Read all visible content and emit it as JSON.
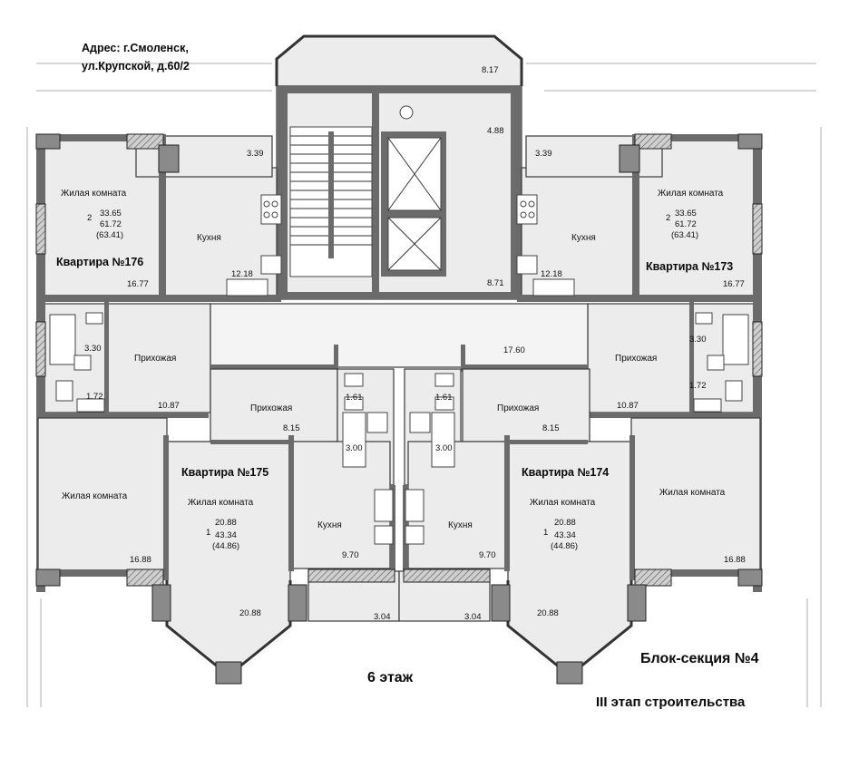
{
  "address": {
    "line1": "Адрес: г.Смоленск,",
    "line2": "ул.Крупской, д.60/2"
  },
  "floor_label": "6 этаж",
  "block_label": "Блок-секция №4",
  "stage_label": "III этап строительства",
  "apartments": {
    "a176": {
      "title": "Квартира №176",
      "living": "Жилая комната",
      "living_count": "2",
      "living_area": "33.65",
      "total_area": "61.72",
      "total_area_alt": "(63.41)",
      "kitchen": "Кухня",
      "kitchen_area": "12.18",
      "hall": "Прихожая",
      "hall_area": "10.87",
      "bath_area": "3.30",
      "wc_area": "1.72",
      "room_area": "16.77",
      "loggia_area": "3.39",
      "living2": "Жилая комната",
      "living2_area": "16.88"
    },
    "a173": {
      "title": "Квартира №173",
      "living": "Жилая комната",
      "living_count": "2",
      "living_area": "33.65",
      "total_area": "61.72",
      "total_area_alt": "(63.41)",
      "kitchen": "Кухня",
      "kitchen_area": "12.18",
      "hall": "Прихожая",
      "hall_area": "10.87",
      "bath_area": "3.30",
      "wc_area": "1.72",
      "room_area": "16.77",
      "loggia_area": "3.39",
      "living2": "Жилая комната",
      "living2_area": "16.88"
    },
    "a175": {
      "title": "Квартира №175",
      "living": "Жилая комната",
      "living_count": "1",
      "living_area": "20.88",
      "total_area": "43.34",
      "total_area_alt": "(44.86)",
      "kitchen": "Кухня",
      "kitchen_area": "9.70",
      "hall": "Прихожая",
      "hall_area": "8.15",
      "bath_area": "3.00",
      "wc_area": "1.61",
      "room_area": "20.88",
      "loggia_area": "3.04"
    },
    "a174": {
      "title": "Квартира №174",
      "living": "Жилая комната",
      "living_count": "1",
      "living_area": "20.88",
      "total_area": "43.34",
      "total_area_alt": "(44.86)",
      "kitchen": "Кухня",
      "kitchen_area": "9.70",
      "hall": "Прихожая",
      "hall_area": "8.15",
      "bath_area": "3.00",
      "wc_area": "1.61",
      "room_area": "20.88",
      "loggia_area": "3.04"
    }
  },
  "common": {
    "corridor_area": "17.60",
    "stair_balcony_area": "8.17",
    "lift_hall_area": "4.88",
    "lobby_area": "8.71"
  }
}
